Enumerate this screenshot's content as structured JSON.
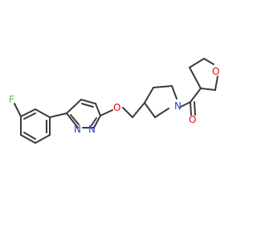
{
  "atoms": {
    "fluorine": "F",
    "nitrogen_1": "N",
    "nitrogen_2": "N",
    "ether_oxygen": "O",
    "pyrrolidine_nitrogen": "N",
    "carbonyl_oxygen": "O",
    "thf_oxygen": "O"
  },
  "colors": {
    "bond": "#3a3a3a",
    "fluorine": "#5fbf3f",
    "nitrogen": "#2f40d0",
    "oxygen": "#e8000b"
  }
}
